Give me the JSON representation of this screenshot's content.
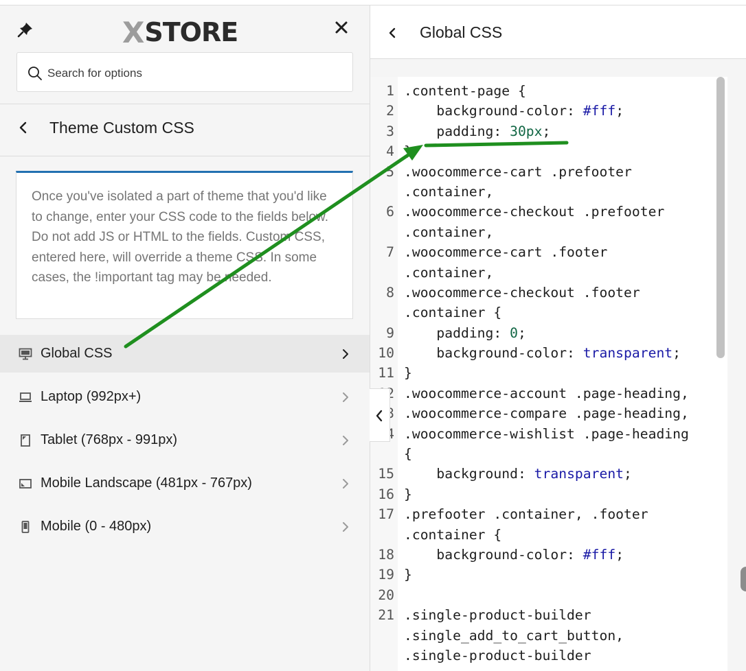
{
  "logo": {
    "mark": "X",
    "text": "STORE"
  },
  "search": {
    "placeholder": "Search for options"
  },
  "section": {
    "title": "Theme Custom CSS"
  },
  "notice": {
    "text": "Once you've isolated a part of theme that you'd like to change, enter your CSS code to the fields below. Do not add JS or HTML to the fields. Custom CSS, entered here, will override a theme CSS. In some cases, the !important tag may be needed."
  },
  "menu": {
    "items": [
      {
        "label": "Global CSS",
        "icon": "desktop-icon",
        "active": true
      },
      {
        "label": "Laptop (992px+)",
        "icon": "laptop-icon",
        "active": false
      },
      {
        "label": "Tablet (768px - 991px)",
        "icon": "tablet-icon",
        "active": false
      },
      {
        "label": "Mobile Landscape (481px - 767px)",
        "icon": "tablet-landscape-icon",
        "active": false
      },
      {
        "label": "Mobile (0 - 480px)",
        "icon": "mobile-icon",
        "active": false
      }
    ]
  },
  "panel": {
    "title": "Global CSS"
  },
  "editor": {
    "lines": [
      {
        "num": "1",
        "code": ".content-page {"
      },
      {
        "num": "2",
        "code": "    background-color: #fff;"
      },
      {
        "num": "3",
        "code": "    padding: 30px;"
      },
      {
        "num": "4",
        "code": "}"
      },
      {
        "num": "5",
        "code": ".woocommerce-cart .prefooter"
      },
      {
        "num": "",
        "code": ".container,"
      },
      {
        "num": "6",
        "code": ".woocommerce-checkout .prefooter"
      },
      {
        "num": "",
        "code": ".container,"
      },
      {
        "num": "7",
        "code": ".woocommerce-cart .footer"
      },
      {
        "num": "",
        "code": ".container,"
      },
      {
        "num": "8",
        "code": ".woocommerce-checkout .footer"
      },
      {
        "num": "",
        "code": ".container {"
      },
      {
        "num": "9",
        "code": "    padding: 0;"
      },
      {
        "num": "10",
        "code": "    background-color: transparent;"
      },
      {
        "num": "11",
        "code": "}"
      },
      {
        "num": "12",
        "code": ".woocommerce-account .page-heading,"
      },
      {
        "num": "13",
        "code": ".woocommerce-compare .page-heading,"
      },
      {
        "num": "14",
        "code": ".woocommerce-wishlist .page-heading"
      },
      {
        "num": "",
        "code": "{"
      },
      {
        "num": "15",
        "code": "    background: transparent;"
      },
      {
        "num": "16",
        "code": "}"
      },
      {
        "num": "17",
        "code": ".prefooter .container, .footer"
      },
      {
        "num": "",
        "code": ".container {"
      },
      {
        "num": "18",
        "code": "    background-color: #fff;"
      },
      {
        "num": "19",
        "code": "}"
      },
      {
        "num": "20",
        "code": ""
      },
      {
        "num": "21",
        "code": ".single-product-builder"
      },
      {
        "num": "",
        "code": ".single_add_to_cart_button,"
      },
      {
        "num": "",
        "code": ".single-product-builder"
      }
    ]
  },
  "colors": {
    "accent": "#2271b1",
    "annotation_arrow": "#1f8f1f",
    "active_item_bg": "#e8e8e8"
  }
}
